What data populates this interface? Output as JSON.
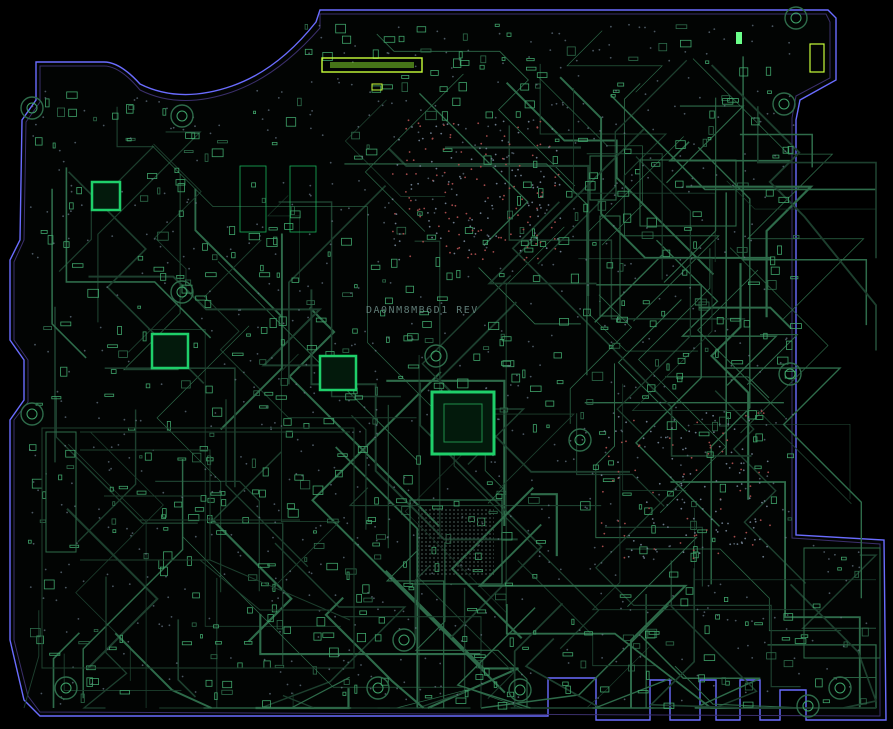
{
  "board": {
    "silkscreen_label": "DA0NM8MB6D1 REV",
    "colors": {
      "background": "#000000",
      "outline": "#6a6cff",
      "trace": "#2e6b4a",
      "trace_dim": "#1d3f2e",
      "pad": "#3fa36a",
      "chip_outline": "#1fcf6a",
      "via": "#6b7a8a",
      "bga_red": "#a34a4a",
      "highlight": "#c8ff3a",
      "silk": "#5d7f73"
    },
    "components": [
      "top-connector-highlight",
      "memory-slot-area",
      "cpu-socket",
      "chipset-bga",
      "pch-bga-cluster",
      "small-qfn-left",
      "small-qfn-center",
      "qfn-left-upper",
      "right-io-bga-cluster",
      "bottom-right-ports"
    ]
  }
}
